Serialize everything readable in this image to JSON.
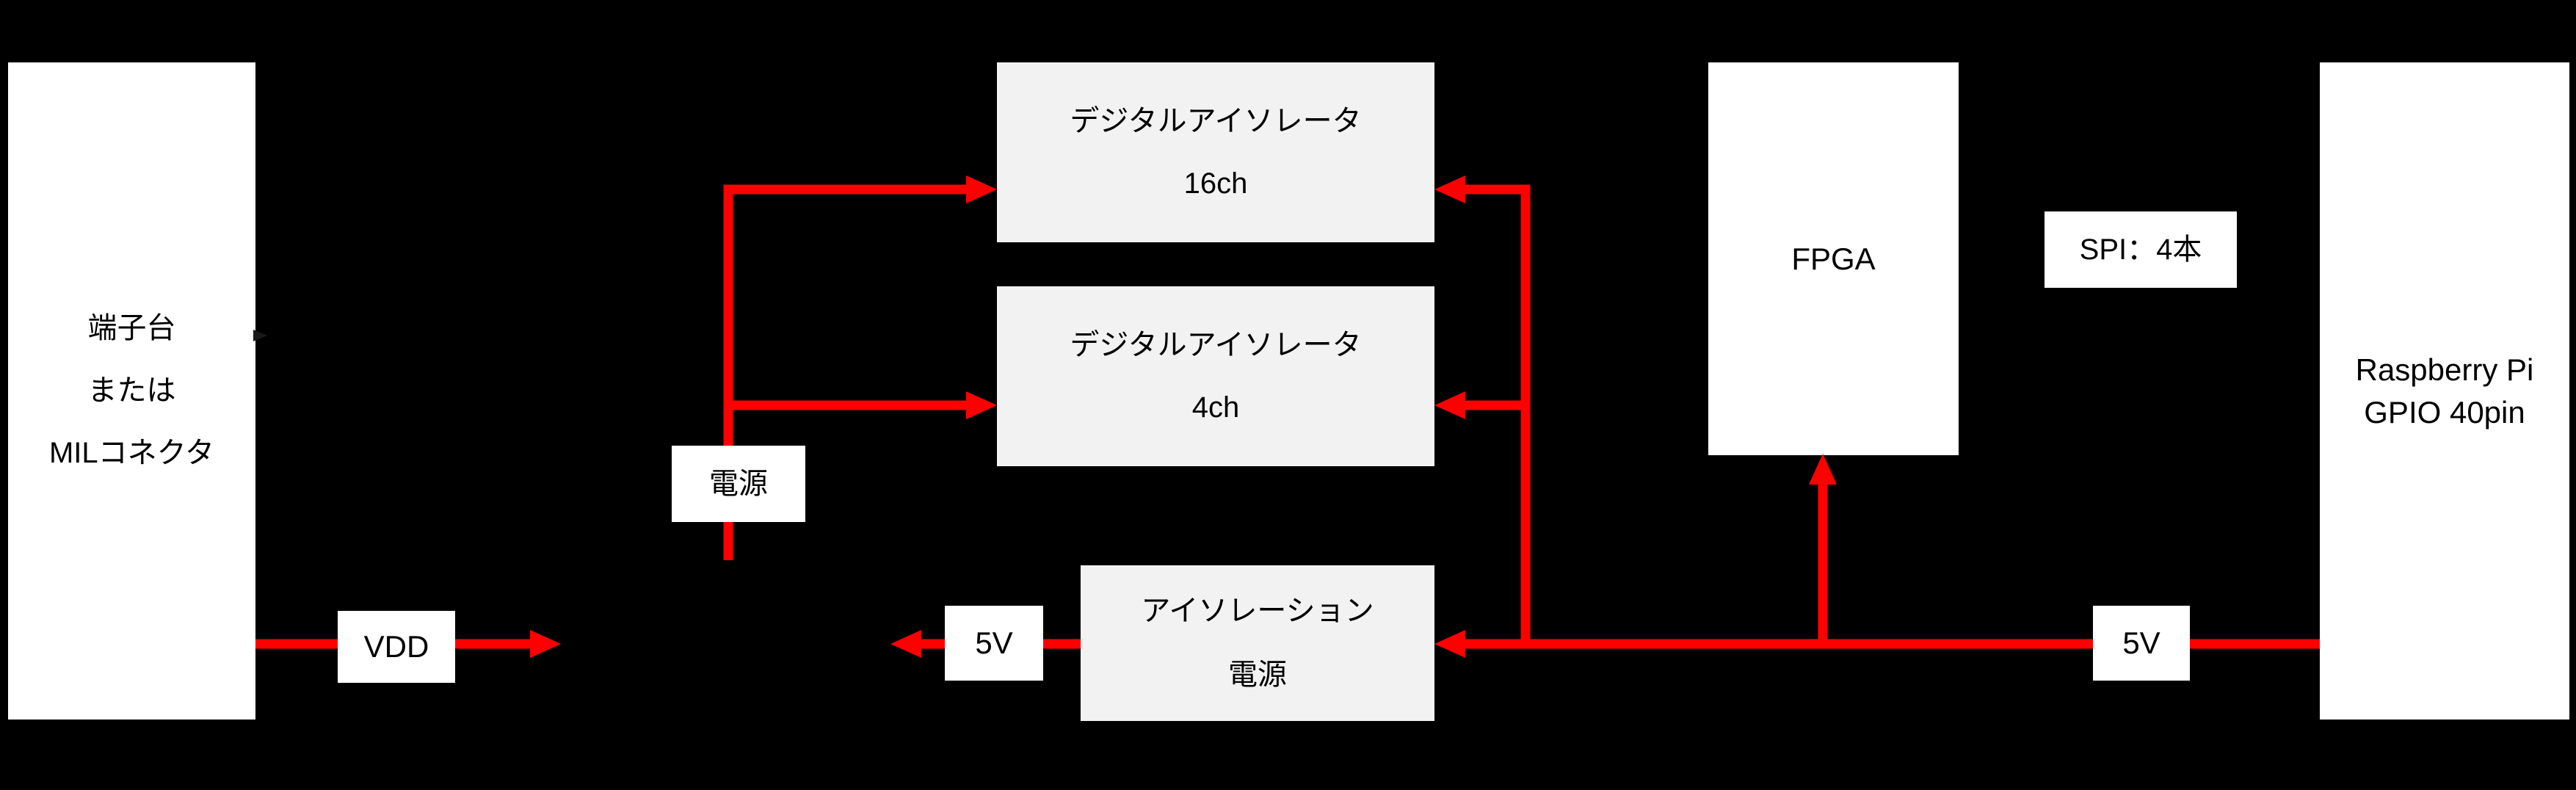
{
  "diagram": {
    "colors": {
      "background": "#000000",
      "wire": "#ff0000",
      "block_fill_white": "#ffffff",
      "block_fill_gray": "#f2f2f2",
      "text": "#000000"
    },
    "blocks": {
      "terminal": {
        "lines": [
          "端子台",
          "または",
          "MILコネクタ"
        ]
      },
      "vdd": {
        "label": "VDD"
      },
      "power": {
        "label": "電源"
      },
      "isolator16": {
        "lines": [
          "デジタルアイソレータ",
          "16ch"
        ]
      },
      "isolator4": {
        "lines": [
          "デジタルアイソレータ",
          "4ch"
        ]
      },
      "isolation_power": {
        "lines": [
          "アイソレーション",
          "電源"
        ]
      },
      "five_v_left": {
        "label": "5V"
      },
      "fpga": {
        "label": "FPGA"
      },
      "spi": {
        "label": "SPI：4本"
      },
      "five_v_right": {
        "label": "5V"
      },
      "raspberry_pi": {
        "lines": [
          "Raspberry Pi",
          "GPIO 40pin"
        ]
      }
    }
  }
}
